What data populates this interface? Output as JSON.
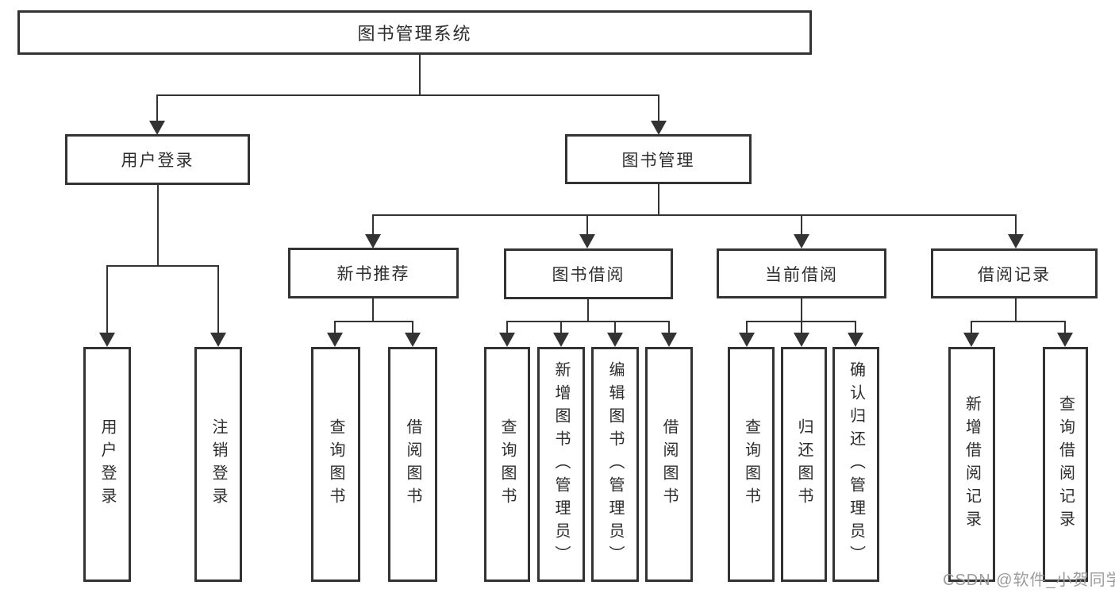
{
  "tree": {
    "label": "图书管理系统",
    "children": [
      {
        "label": "用户登录",
        "children": [
          {
            "label": "用户登录"
          },
          {
            "label": "注销登录"
          }
        ]
      },
      {
        "label": "图书管理",
        "children": [
          {
            "label": "新书推荐",
            "children": [
              {
                "label": "查询图书"
              },
              {
                "label": "借阅图书"
              }
            ]
          },
          {
            "label": "图书借阅",
            "children": [
              {
                "label": "查询图书"
              },
              {
                "label": "新增图书（管理员）"
              },
              {
                "label": "编辑图书（管理员）"
              },
              {
                "label": "借阅图书"
              }
            ]
          },
          {
            "label": "当前借阅",
            "children": [
              {
                "label": "查询图书"
              },
              {
                "label": "归还图书"
              },
              {
                "label": "确认归还（管理员）"
              }
            ]
          },
          {
            "label": "借阅记录",
            "children": [
              {
                "label": "新增借阅记录"
              },
              {
                "label": "查询借阅记录"
              }
            ]
          }
        ]
      }
    ]
  },
  "watermark": {
    "text": "CSDN @软件_小贺同学"
  },
  "colors": {
    "background": "#ffffff",
    "box_border": "#333333",
    "connector_line": "#333333",
    "text": "#2d2d2d",
    "watermark": "#9c9c9c"
  }
}
